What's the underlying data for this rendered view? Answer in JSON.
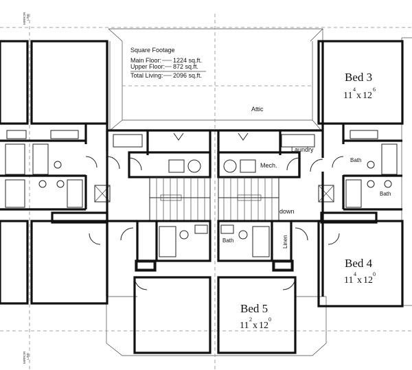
{
  "square_footage": {
    "heading": "Square Footage",
    "main_floor_label": "Main Floor:",
    "main_floor_value": "1224 sq.ft.",
    "upper_floor_label": "Upper Floor:",
    "upper_floor_value": "872 sq.ft.",
    "total_label": "Total Living:",
    "total_value": "2096 sq.ft."
  },
  "rooms": {
    "bed3": {
      "name": "Bed 3",
      "w_ft": "11",
      "w_in": "4",
      "l_ft": "12",
      "l_in": "6"
    },
    "bed4": {
      "name": "Bed 4",
      "w_ft": "11",
      "w_in": "4",
      "l_ft": "12",
      "l_in": "0"
    },
    "bed5": {
      "name": "Bed 5",
      "w_ft": "11",
      "w_in": "2",
      "l_ft": "12",
      "l_in": "0"
    }
  },
  "labels": {
    "attic": "Attic",
    "laundry": "Laundry",
    "mech": "Mech.",
    "down": "down",
    "bath_center": "Bath",
    "linen": "Linen",
    "bath_upper_right": "Bath",
    "bath_lower_right": "Bath",
    "mirror_line_top": [
      "MIRROR",
      "LINE"
    ],
    "mirror_line_bottom": [
      "MIRROR",
      "LINE"
    ]
  },
  "colors": {
    "wall": "#111111",
    "background": "#ffffff"
  }
}
